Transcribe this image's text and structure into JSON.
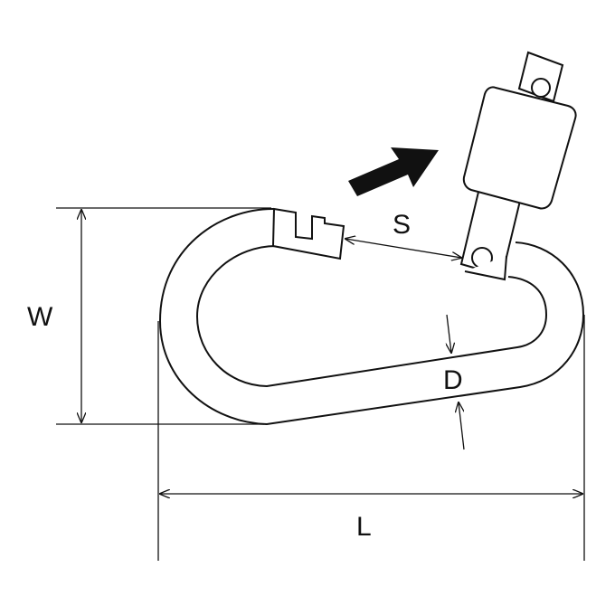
{
  "labels": {
    "width": "W",
    "gate_opening": "S",
    "wire_diameter": "D",
    "length": "L"
  },
  "colors": {
    "line": "#111111",
    "arrow_fill": "#111111",
    "background": "#ffffff"
  }
}
